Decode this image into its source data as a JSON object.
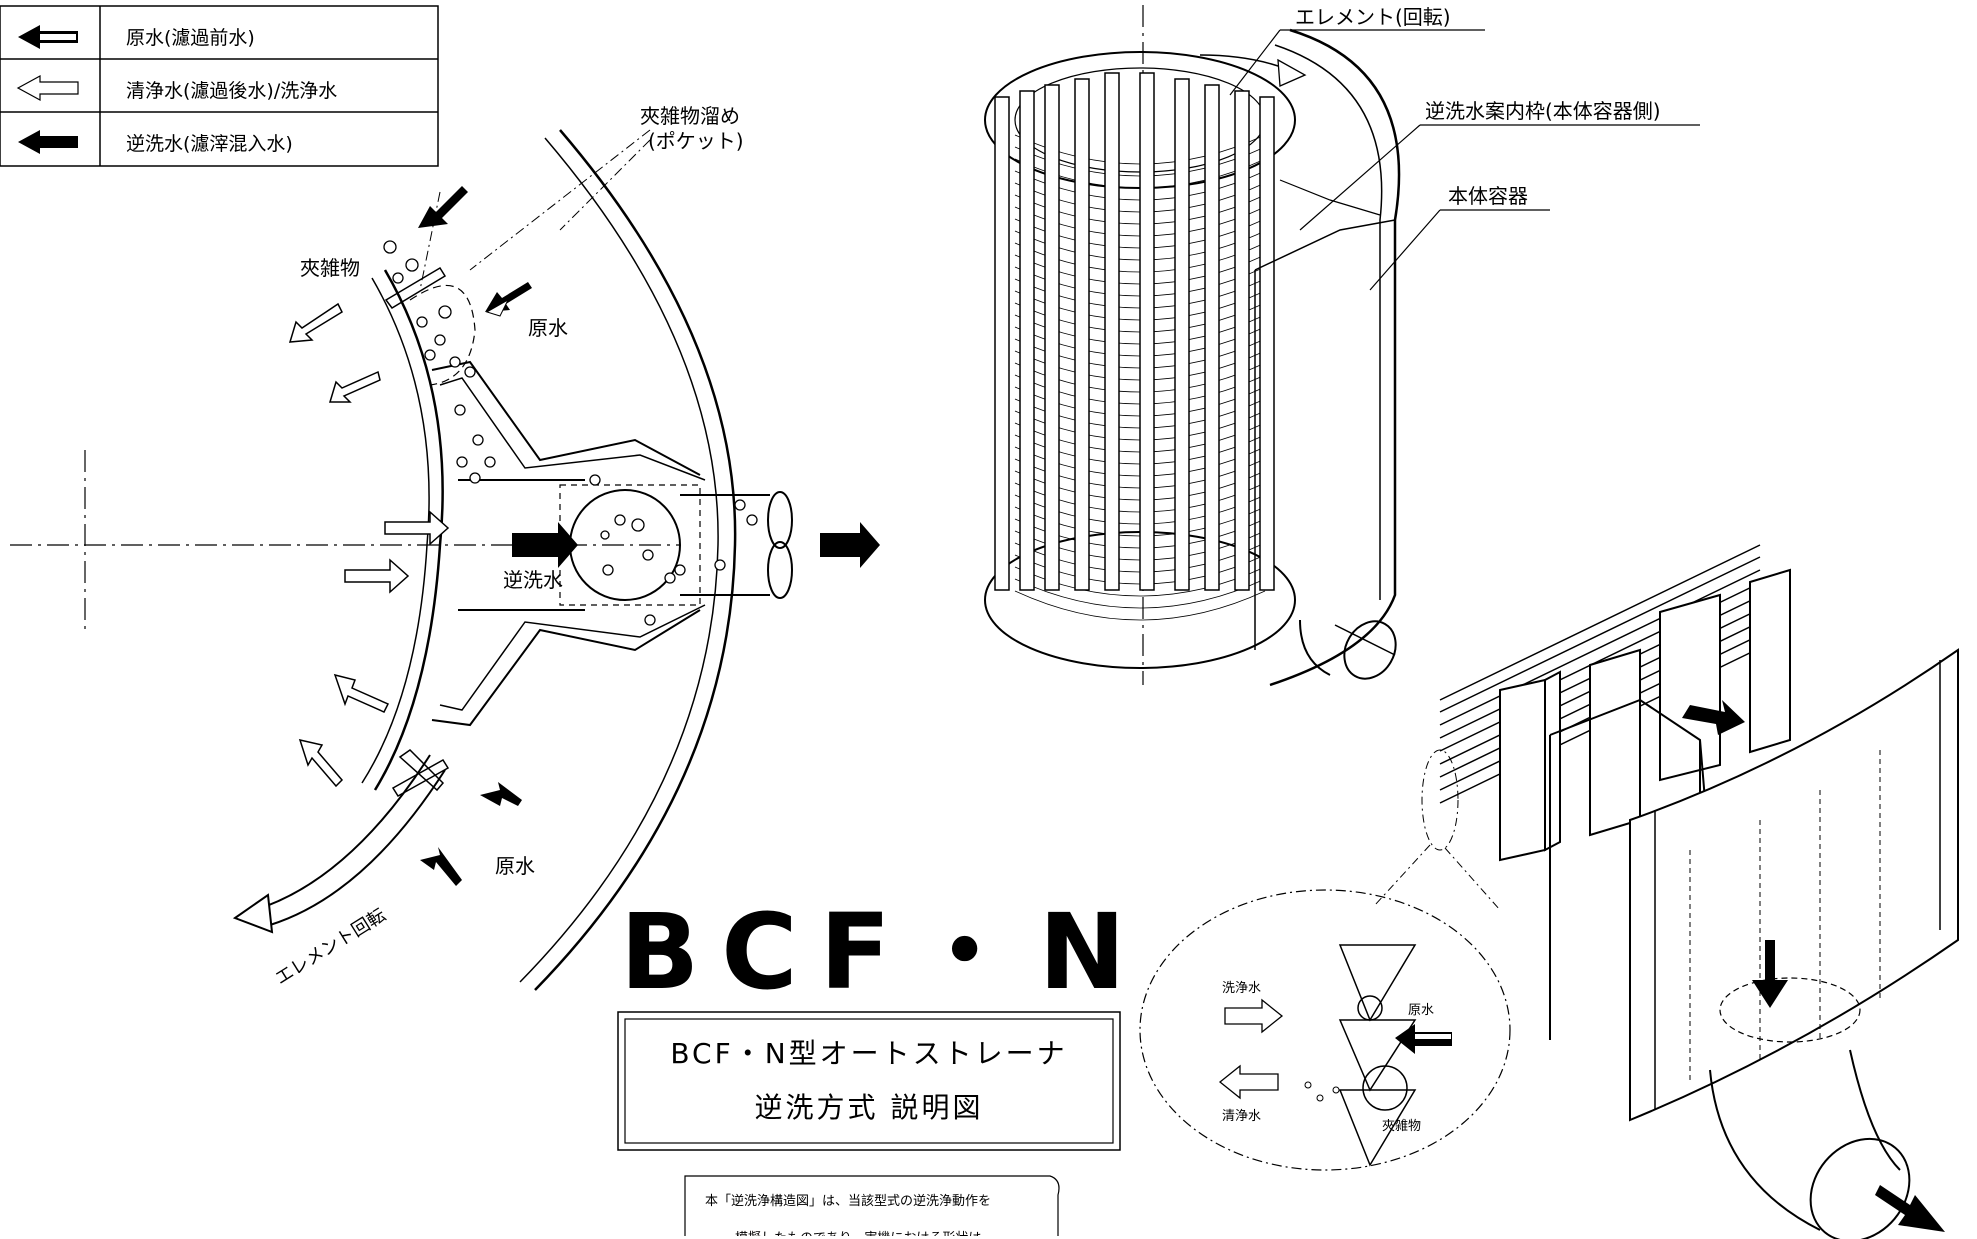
{
  "legend": {
    "items": [
      {
        "label": "原水(濾過前水)",
        "icon": "black-outline-arrow-left-icon"
      },
      {
        "label": "清浄水(濾過後水)/洗浄水",
        "icon": "white-arrow-left-icon"
      },
      {
        "label": "逆洗水(濾滓混入水)",
        "icon": "black-arrow-left-icon"
      }
    ]
  },
  "left_diagram": {
    "pocket_label_1": "夾雑物溜め",
    "pocket_label_2": "(ポケット)",
    "debris_label": "夾雑物",
    "raw_water_label_top": "原水",
    "backwash_label": "逆洗水",
    "raw_water_label_bottom": "原水",
    "element_rotation_label": "エレメント回転"
  },
  "top_right": {
    "element_label": "エレメント(回転)",
    "guide_frame_label": "逆洗水案内枠(本体容器側)",
    "body_label": "本体容器"
  },
  "title": {
    "big": "BCF・N",
    "line1": "BCF・N型オートストレーナ",
    "line2": "逆洗方式 説明図"
  },
  "note": {
    "line1": "本「逆洗浄構造図」は、当該型式の逆洗浄動作を",
    "line2": "模擬したものであり、実機における形状は"
  },
  "detail_circle": {
    "wash_water": "洗浄水",
    "raw_water": "原水",
    "clean_water": "清浄水",
    "debris": "夾雑物"
  }
}
